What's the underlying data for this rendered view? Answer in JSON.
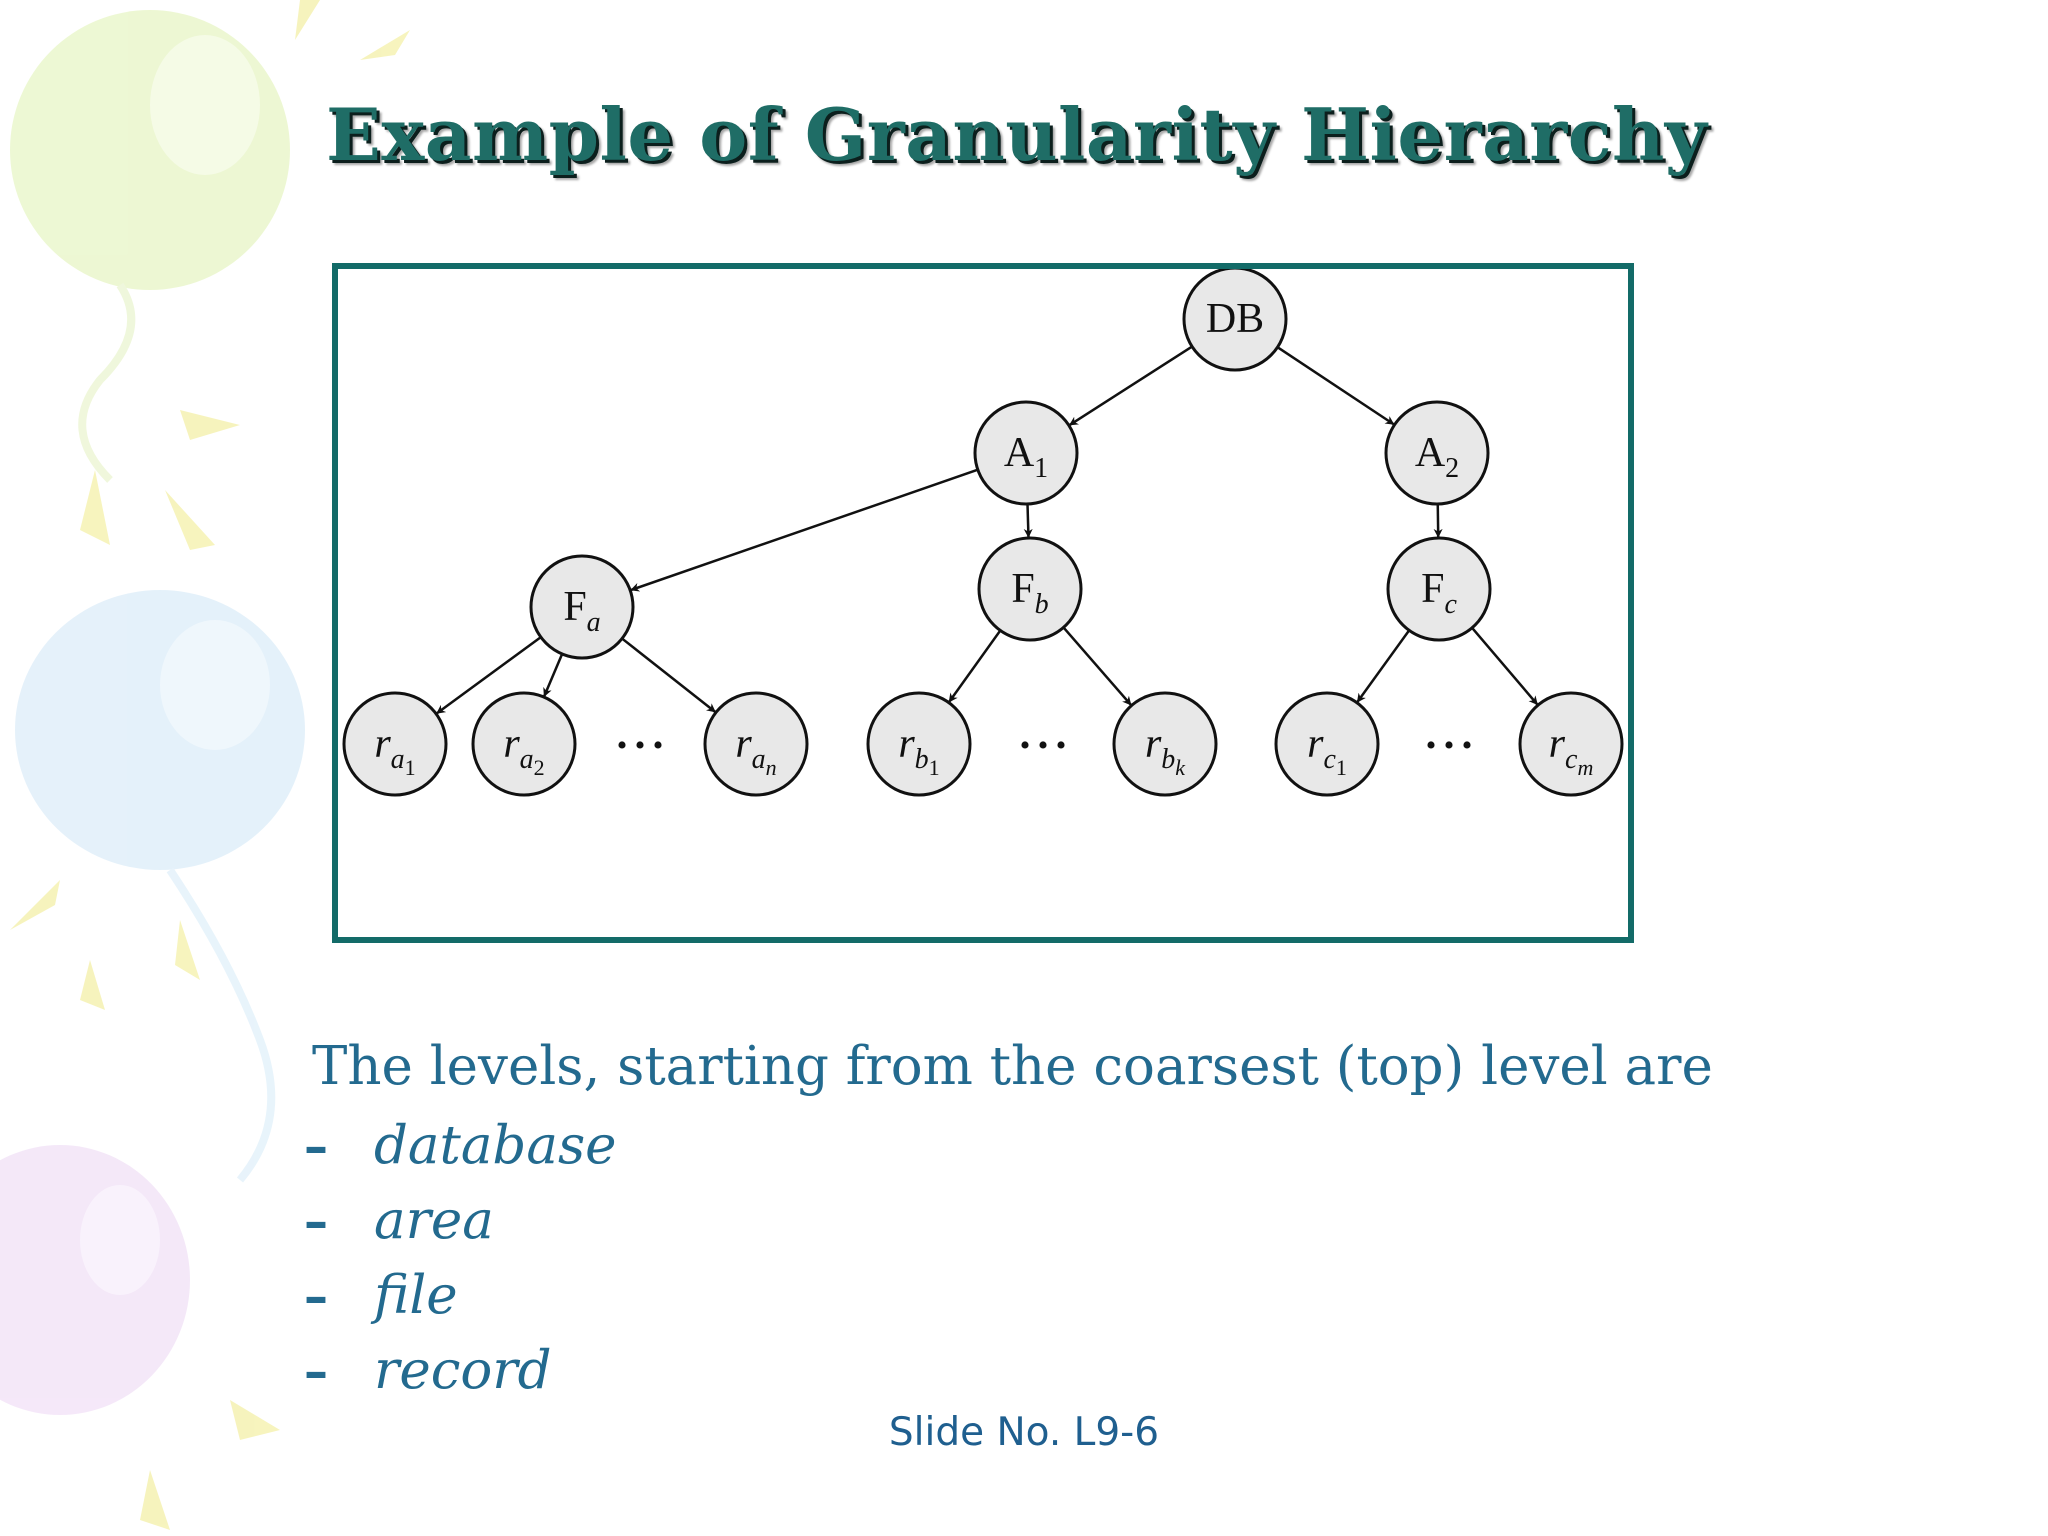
{
  "slide": {
    "title": "Example of Granularity Hierarchy",
    "intro": "The levels, starting from the coarsest (top) level are",
    "levels": [
      {
        "dash": "–",
        "term": "database"
      },
      {
        "dash": "–",
        "term": "area"
      },
      {
        "dash": "–",
        "term": "file"
      },
      {
        "dash": "–",
        "term": "record"
      }
    ],
    "footer": "Slide No. L9-6"
  },
  "diagram": {
    "frame_color": "#136b68",
    "node_fill": "#e8e8e8",
    "nodes": [
      {
        "id": "DB",
        "base": "DB"
      },
      {
        "id": "A1",
        "base": "A",
        "sub": "1"
      },
      {
        "id": "A2",
        "base": "A",
        "sub": "2"
      },
      {
        "id": "Fa",
        "base": "F",
        "sub": "a",
        "sub_italic": true
      },
      {
        "id": "Fb",
        "base": "F",
        "sub": "b",
        "sub_italic": true
      },
      {
        "id": "Fc",
        "base": "F",
        "sub": "c",
        "sub_italic": true
      },
      {
        "id": "ra1",
        "base": "r",
        "base_italic": true,
        "sub": "a",
        "subsub": "1"
      },
      {
        "id": "ra2",
        "base": "r",
        "base_italic": true,
        "sub": "a",
        "subsub": "2"
      },
      {
        "id": "ran",
        "base": "r",
        "base_italic": true,
        "sub": "a",
        "subsub": "n"
      },
      {
        "id": "rb1",
        "base": "r",
        "base_italic": true,
        "sub": "b",
        "subsub": "1"
      },
      {
        "id": "rbk",
        "base": "r",
        "base_italic": true,
        "sub": "b",
        "subsub": "k"
      },
      {
        "id": "rc1",
        "base": "r",
        "base_italic": true,
        "sub": "c",
        "subsub": "1"
      },
      {
        "id": "rcm",
        "base": "r",
        "base_italic": true,
        "sub": "c",
        "subsub": "m"
      }
    ],
    "edges": [
      [
        "DB",
        "A1"
      ],
      [
        "DB",
        "A2"
      ],
      [
        "A1",
        "Fa"
      ],
      [
        "A1",
        "Fb"
      ],
      [
        "A2",
        "Fc"
      ],
      [
        "Fa",
        "ra1"
      ],
      [
        "Fa",
        "ra2"
      ],
      [
        "Fa",
        "ran"
      ],
      [
        "Fb",
        "rb1"
      ],
      [
        "Fb",
        "rbk"
      ],
      [
        "Fc",
        "rc1"
      ],
      [
        "Fc",
        "rcm"
      ]
    ],
    "ellipsis": "• • •"
  }
}
